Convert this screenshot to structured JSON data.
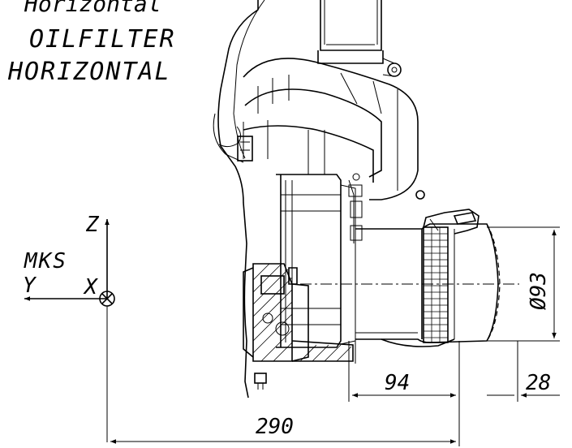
{
  "labels": {
    "title_cut": "Horizontal",
    "title_line1": "OILFILTER",
    "title_line2": "HORIZONTAL",
    "mks": "MKS",
    "axis_z": "Z",
    "axis_y": "Y",
    "axis_x": "X"
  },
  "dimensions": {
    "diameter": "Ø93",
    "d94": "94",
    "d28": "28",
    "d290": "290"
  }
}
